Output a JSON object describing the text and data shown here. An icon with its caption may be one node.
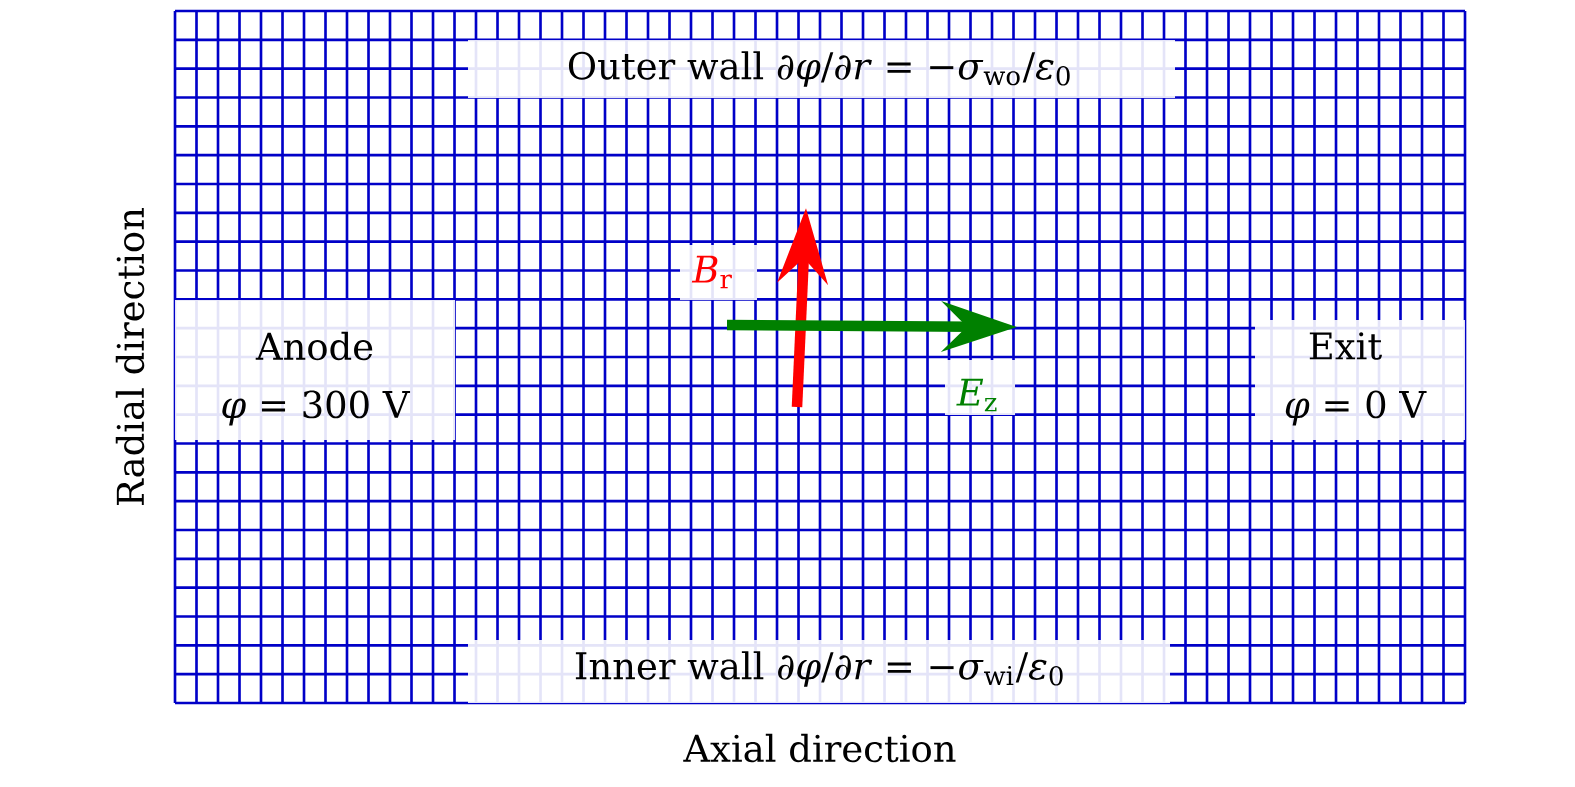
{
  "diagram": {
    "labels": [
      "Outer wall ∂*φ*/∂*r* = −*σ*$_{wo}$/*ε*$_{0}$",
      "*B*$_{r}$",
      "Anode",
      "Exit",
      "*φ* = 300 V",
      "*φ* = 0 V",
      "*E*$_{z}$",
      "Inner wall ∂*φ*/∂*r* = −*σ*$_{wi}$/*ε*$_{0}$",
      "Radial direction",
      "Axial direction"
    ]
  }
}
